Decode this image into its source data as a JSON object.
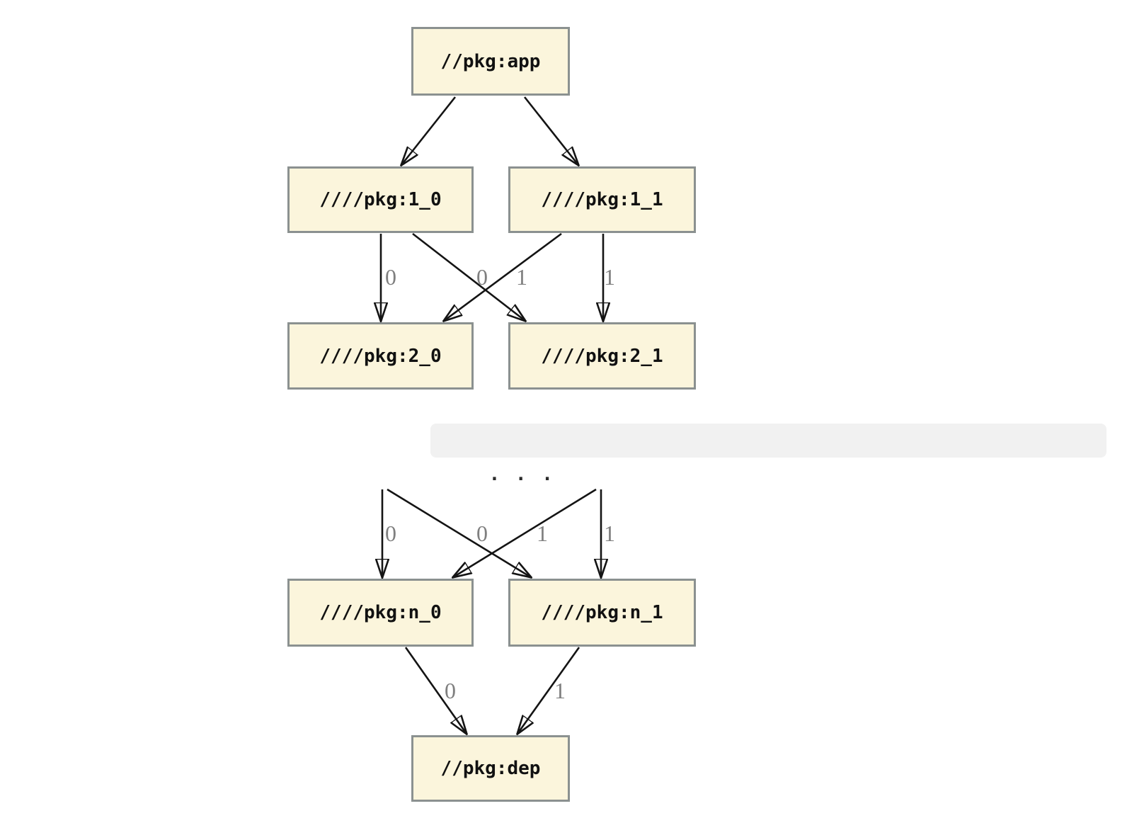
{
  "diagram": {
    "type": "dependency-graph",
    "nodes": {
      "app": {
        "label": "//pkg:app"
      },
      "v1_0": {
        "label": "////pkg:1_0"
      },
      "v1_1": {
        "label": "////pkg:1_1"
      },
      "v2_0": {
        "label": "////pkg:2_0"
      },
      "v2_1": {
        "label": "////pkg:2_1"
      },
      "vn_0": {
        "label": "////pkg:n_0"
      },
      "vn_1": {
        "label": "////pkg:n_1"
      },
      "dep": {
        "label": "//pkg:dep"
      }
    },
    "ellipsis_label": ". . .",
    "edges": [
      {
        "from": "//pkg:app",
        "to": "////pkg:1_0",
        "label": ""
      },
      {
        "from": "//pkg:app",
        "to": "////pkg:1_1",
        "label": ""
      },
      {
        "from": "////pkg:1_0",
        "to": "////pkg:2_0",
        "label": "0"
      },
      {
        "from": "////pkg:1_0",
        "to": "////pkg:2_1",
        "label": "0"
      },
      {
        "from": "////pkg:1_1",
        "to": "////pkg:2_0",
        "label": "1"
      },
      {
        "from": "////pkg:1_1",
        "to": "////pkg:2_1",
        "label": "1"
      },
      {
        "from": "...",
        "to": "////pkg:n_0",
        "label": "0"
      },
      {
        "from": "...",
        "to": "////pkg:n_1",
        "label": "0"
      },
      {
        "from": "...",
        "to": "////pkg:n_0",
        "label": "1"
      },
      {
        "from": "...",
        "to": "////pkg:n_1",
        "label": "1"
      },
      {
        "from": "////pkg:n_0",
        "to": "//pkg:dep",
        "label": "0"
      },
      {
        "from": "////pkg:n_1",
        "to": "//pkg:dep",
        "label": "1"
      }
    ],
    "colors": {
      "node_fill": "#fbf5dc",
      "node_border": "#8b9190",
      "edge": "#141414",
      "edge_label": "#7f7f7f",
      "ellipsis_bg": "#f1f1f1",
      "background": "#ffffff"
    }
  }
}
